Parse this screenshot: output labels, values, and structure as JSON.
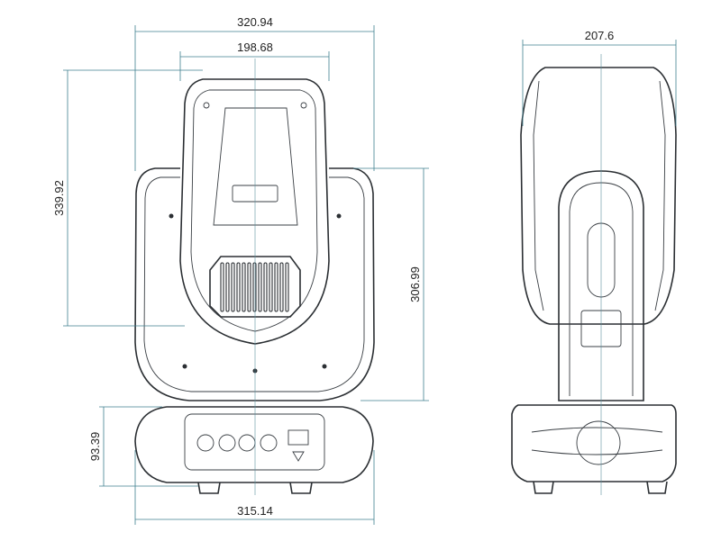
{
  "title": "Moving head fixture dimension drawing",
  "dimensions": {
    "front_total_width": "320.94",
    "head_width": "198.68",
    "total_height": "339.92",
    "yoke_height": "306.99",
    "base_height": "93.39",
    "base_width": "315.14",
    "side_width": "207.6"
  },
  "colors": {
    "outline": "#2b2f33",
    "dimension": "#3f7f8f"
  }
}
